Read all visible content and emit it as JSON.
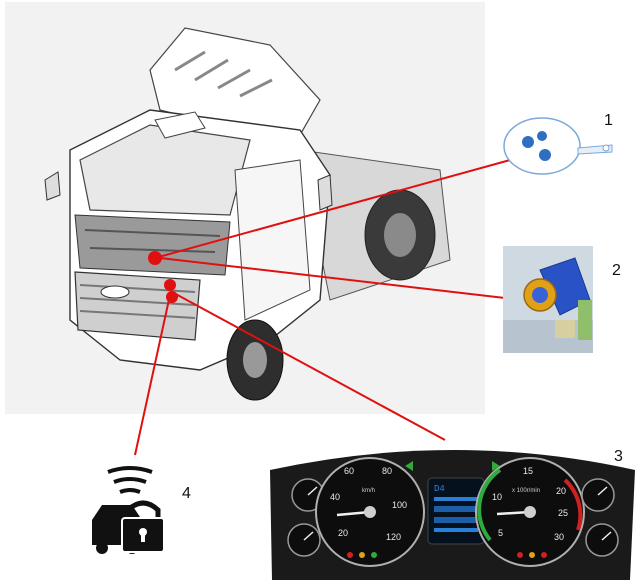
{
  "callouts": [
    {
      "number": "1",
      "target": "key-fob"
    },
    {
      "number": "2",
      "target": "ignition-lock-module"
    },
    {
      "number": "3",
      "target": "instrument-cluster"
    },
    {
      "number": "4",
      "target": "immobiliser-symbol"
    }
  ],
  "cluster": {
    "speedometer_ticks": [
      "20",
      "40",
      "60",
      "80",
      "100",
      "120"
    ],
    "tachometer_ticks": [
      "5",
      "10",
      "15",
      "20",
      "25",
      "30"
    ],
    "speed_unit": "km/h",
    "rpm_unit": "x 100r/min",
    "display_top": "D4"
  },
  "colors": {
    "leader_line": "#e01010",
    "marker": "#e01010",
    "cluster_body": "#1a1a1a",
    "gauge_face": "#0d0d0d",
    "needle": "#f0f0f0",
    "tacho_green": "#2faa3c",
    "tacho_red": "#d02020",
    "lcd_blue": "#2a7fd6"
  },
  "icons": {
    "key_fob": "key-fob-icon",
    "ignition": "ignition-lock-icon",
    "immobiliser": "immobiliser-lock-icon",
    "truck": "truck-cab-illustration"
  }
}
